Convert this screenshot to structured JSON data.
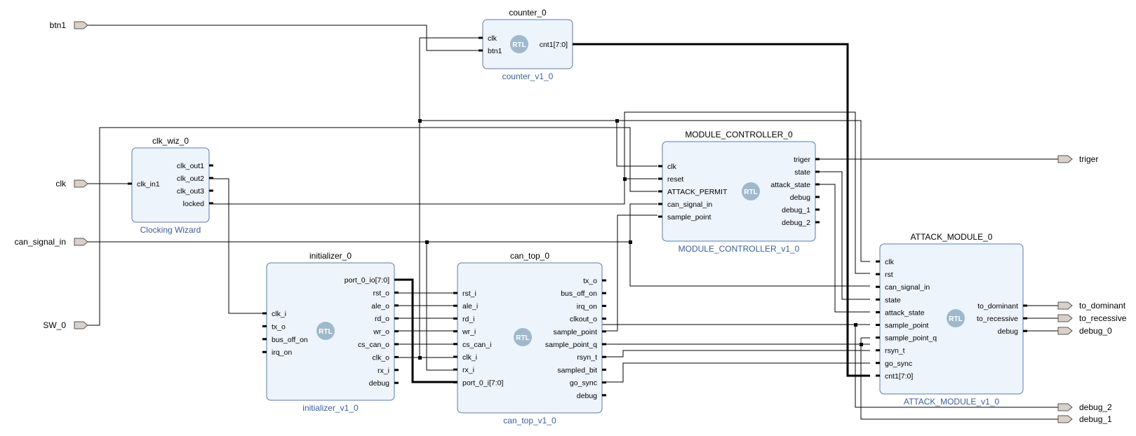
{
  "external_ports": {
    "btn1": "btn1",
    "clk": "clk",
    "can_signal_in": "can_signal_in",
    "SW_0": "SW_0",
    "triger": "triger",
    "to_dominant": "to_dominant",
    "to_recessive": "to_recessive",
    "debug_0": "debug_0",
    "debug_2": "debug_2",
    "debug_1": "debug_1"
  },
  "rtl_label": "RTL",
  "blocks": {
    "counter": {
      "name": "counter_0",
      "ip": "counter_v1_0",
      "inputs": [
        "clk",
        "btn1"
      ],
      "outputs": [
        "cnt1[7:0]"
      ]
    },
    "clk_wiz": {
      "name": "clk_wiz_0",
      "ip": "Clocking Wizard",
      "inputs": [
        "clk_in1"
      ],
      "outputs": [
        "clk_out1",
        "clk_out2",
        "clk_out3",
        "locked"
      ]
    },
    "module_controller": {
      "name": "MODULE_CONTROLLER_0",
      "ip": "MODULE_CONTROLLER_v1_0",
      "inputs": [
        "clk",
        "reset",
        "ATTACK_PERMIT",
        "can_signal_in",
        "sample_point"
      ],
      "outputs": [
        "triger",
        "state",
        "attack_state",
        "debug",
        "debug_1",
        "debug_2"
      ]
    },
    "initializer": {
      "name": "initializer_0",
      "ip": "initializer_v1_0",
      "inputs": [
        "clk_i",
        "tx_o",
        "bus_off_on",
        "irq_on"
      ],
      "outputs": [
        "port_0_io[7:0]",
        "rst_o",
        "ale_o",
        "rd_o",
        "wr_o",
        "cs_can_o",
        "clk_o",
        "rx_i",
        "debug"
      ]
    },
    "can_top": {
      "name": "can_top_0",
      "ip": "can_top_v1_0",
      "inputs": [
        "rst_i",
        "ale_i",
        "rd_i",
        "wr_i",
        "cs_can_i",
        "clk_i",
        "rx_i",
        "port_0_i[7:0]"
      ],
      "outputs": [
        "tx_o",
        "bus_off_on",
        "irq_on",
        "clkout_o",
        "sample_point",
        "sample_point_q",
        "rsyn_t",
        "sampled_bit",
        "go_sync",
        "debug"
      ]
    },
    "attack_module": {
      "name": "ATTACK_MODULE_0",
      "ip": "ATTACK_MODULE_v1_0",
      "inputs": [
        "clk",
        "rst",
        "can_signal_in",
        "state",
        "attack_state",
        "sample_point",
        "sample_point_q",
        "rsyn_t",
        "go_sync",
        "cnt1[7:0]"
      ],
      "outputs": [
        "to_dominant",
        "to_recessive",
        "debug"
      ]
    }
  }
}
